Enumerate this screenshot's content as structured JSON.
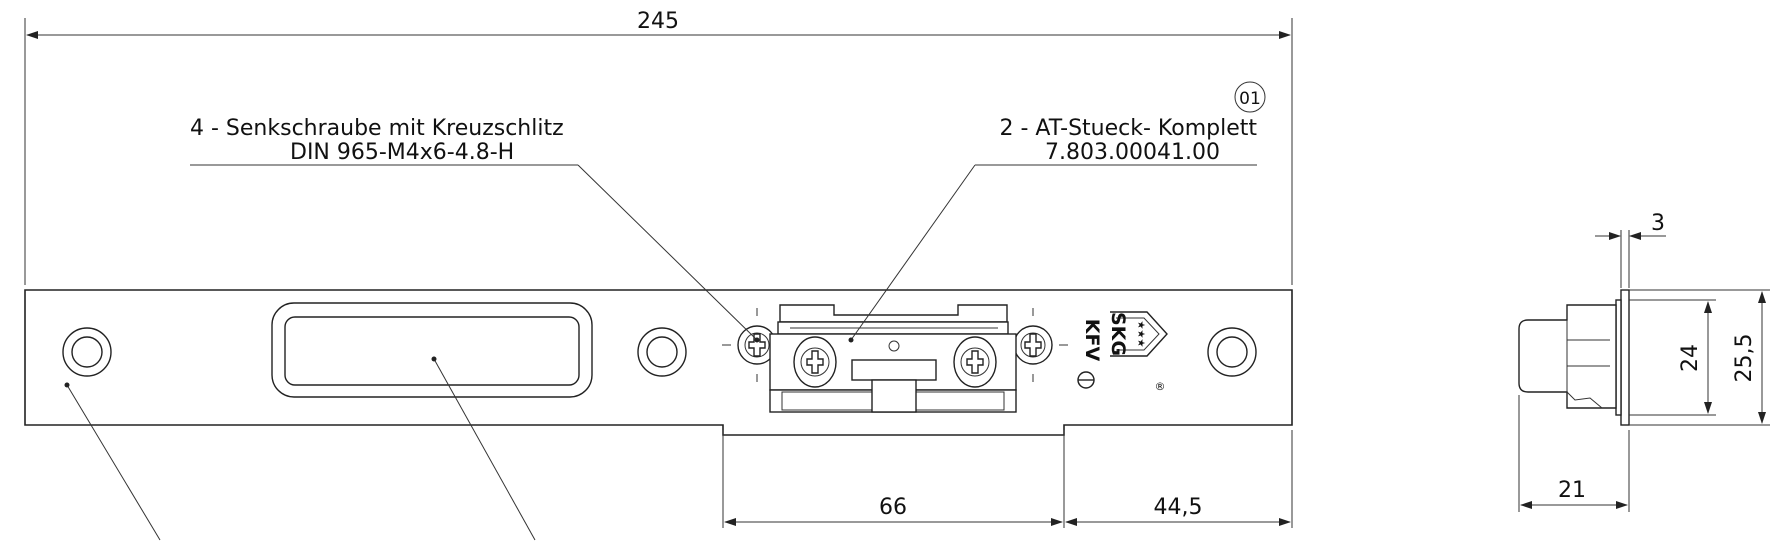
{
  "dimensions": {
    "overall_length": "245",
    "left_offset": "66",
    "right_offset": "44,5",
    "thickness": "3",
    "height_inner": "24",
    "height_outer": "25,5",
    "depth": "21"
  },
  "callouts": {
    "screw_line1": "4 - Senkschraube  mit Kreuzschlitz",
    "screw_line2": "DIN 965-M4x6-4.8-H",
    "part_line1": "2 - AT-Stueck-  Komplett",
    "part_line2": "7.803.00041.00",
    "item_number": "01"
  },
  "plate_marking": {
    "brand": "SKG",
    "cert": "KFV",
    "stars": "★★★",
    "registered": "®"
  }
}
